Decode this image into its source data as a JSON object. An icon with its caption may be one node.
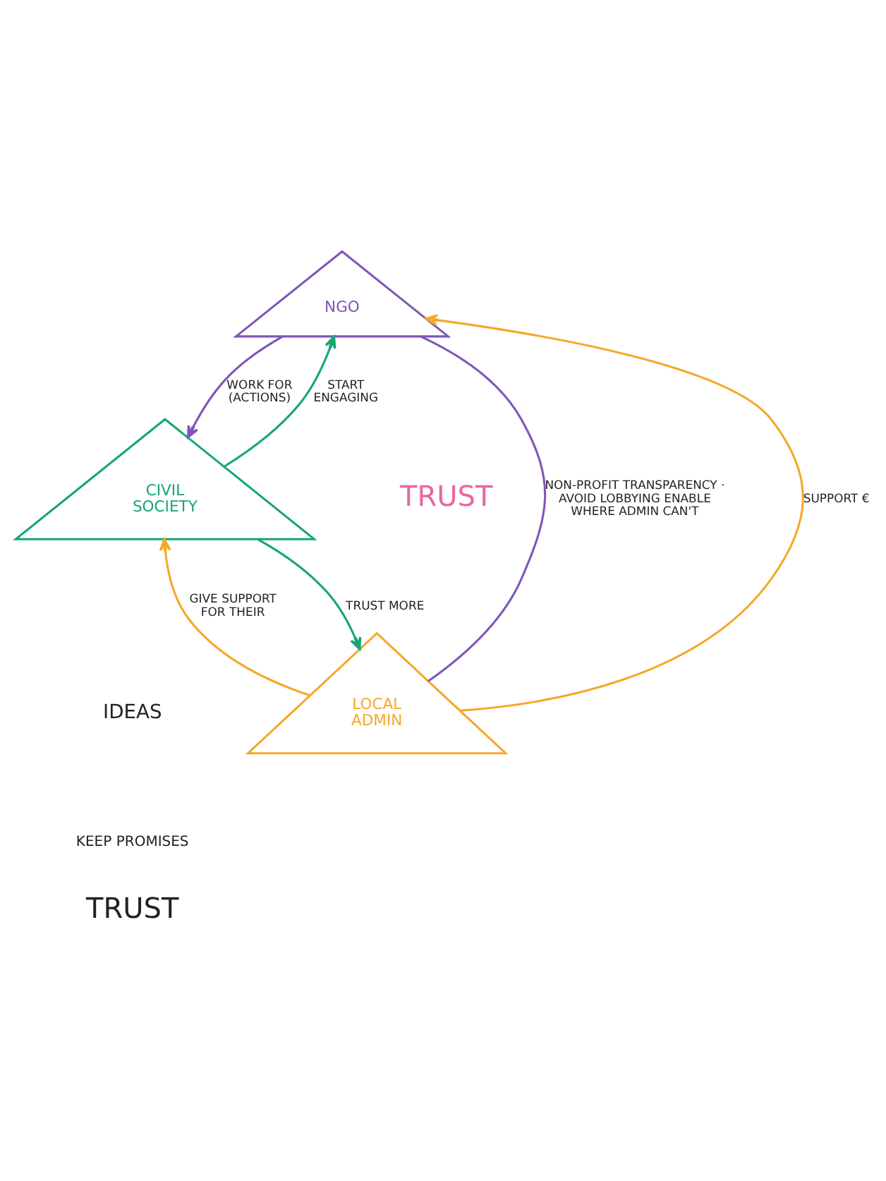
{
  "diagram": {
    "nodes": [
      {
        "text": [
          "NGO"
        ]
      },
      {
        "text": [
          "CIVIL SOCIETY"
        ]
      },
      {
        "text": [
          "LOCAL ADMIN"
        ]
      }
    ],
    "edges": [
      {
        "from": 0,
        "to": 1,
        "arrow": "to",
        "label": "WORK FOR (ACTIONS)",
        "color": "#7e57b8"
      },
      {
        "from": 1,
        "to": 0,
        "arrow": "to",
        "label": "START ENGAGING",
        "color": "#17a673"
      },
      {
        "from": 2,
        "to": 0,
        "arrow": "to",
        "label": "SUPPORT €",
        "color": "#f5a82a"
      },
      {
        "from": 0,
        "to": 2,
        "arrow": "none",
        "label": "NON-PROFIT TRANSPARENCY · AVOID LOBBYING ENABLE WHERE ADMIN CAN'T",
        "color": "#7e57b8"
      },
      {
        "from": 2,
        "to": 1,
        "arrow": "to",
        "label": "GIVE SUPPORT FOR THEIR",
        "color": "#f5a82a"
      },
      {
        "from": 1,
        "to": 2,
        "arrow": "to",
        "label": "TRUST MORE",
        "color": "#17a673"
      }
    ],
    "labels": [
      "TRUST",
      "IDEAS",
      "KEEP PROMISES",
      "TRUST"
    ]
  }
}
